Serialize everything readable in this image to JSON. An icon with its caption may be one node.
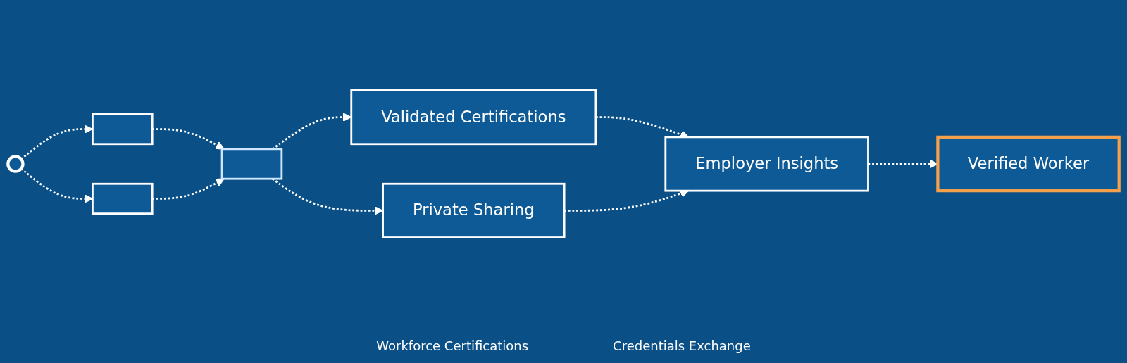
{
  "diagram": {
    "nodes": [
      {
        "text": [],
        "shape": "person"
      },
      {
        "text": [],
        "shape": "box"
      },
      {
        "text": [],
        "shape": "box"
      },
      {
        "text": [],
        "shape": "box"
      },
      {
        "text": [
          "Validated Certifications"
        ]
      },
      {
        "text": [
          "Private Sharing"
        ]
      },
      {
        "text": [
          "Employer Insights"
        ]
      },
      {
        "text": [
          "Verified Worker"
        ]
      }
    ],
    "edges": [
      {
        "from": 0,
        "to": 1,
        "arrow": "to",
        "style": "dashed"
      },
      {
        "from": 0,
        "to": 2,
        "arrow": "to",
        "style": "dashed"
      },
      {
        "from": 1,
        "to": 3,
        "arrow": "to",
        "style": "dashed"
      },
      {
        "from": 2,
        "to": 3,
        "arrow": "to",
        "style": "dashed"
      },
      {
        "from": 3,
        "to": 4,
        "arrow": "to",
        "style": "dashed"
      },
      {
        "from": 3,
        "to": 5,
        "arrow": "to",
        "style": "dashed"
      },
      {
        "from": 4,
        "to": 6,
        "arrow": "to",
        "style": "dashed"
      },
      {
        "from": 5,
        "to": 6,
        "arrow": "to",
        "style": "dashed"
      },
      {
        "from": 6,
        "to": 7,
        "arrow": "to",
        "style": "dashed"
      }
    ],
    "labels": [
      "Workforce Certifications",
      "Credentials Exchange"
    ]
  }
}
